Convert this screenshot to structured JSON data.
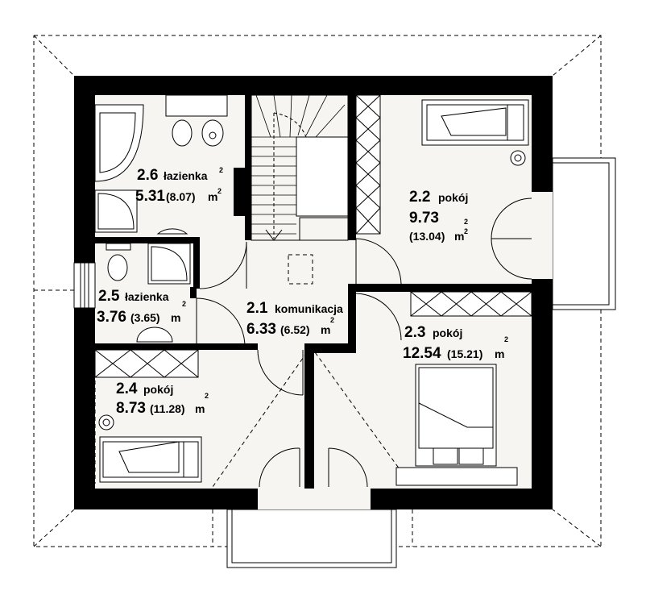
{
  "rooms": {
    "r26": {
      "num": "2.6",
      "name": "łazienka",
      "area": "5.31",
      "area_total": "(8.07)",
      "unit": "m",
      "sup": "2"
    },
    "r25": {
      "num": "2.5",
      "name": "łazienka",
      "area": "3.76",
      "area_total": "(3.65)",
      "unit": "m",
      "sup": "2"
    },
    "r24": {
      "num": "2.4",
      "name": "pokój",
      "area": "8.73",
      "area_total": "(11.28)",
      "unit": "m",
      "sup": "2"
    },
    "r21": {
      "num": "2.1",
      "name": "komunikacja",
      "area": "6.33",
      "area_total": "(6.52)",
      "unit": "m",
      "sup": "2"
    },
    "r22": {
      "num": "2.2",
      "name": "pokój",
      "area": "9.73",
      "area_total": "(13.04)",
      "unit": "m",
      "sup": "2"
    },
    "r23": {
      "num": "2.3",
      "name": "pokój",
      "area": "12.54",
      "area_total": "(15.21)",
      "unit": "m",
      "sup": "2"
    }
  },
  "colors": {
    "wall": "#000000",
    "floor": "#f7f5f1",
    "line": "#000000"
  }
}
